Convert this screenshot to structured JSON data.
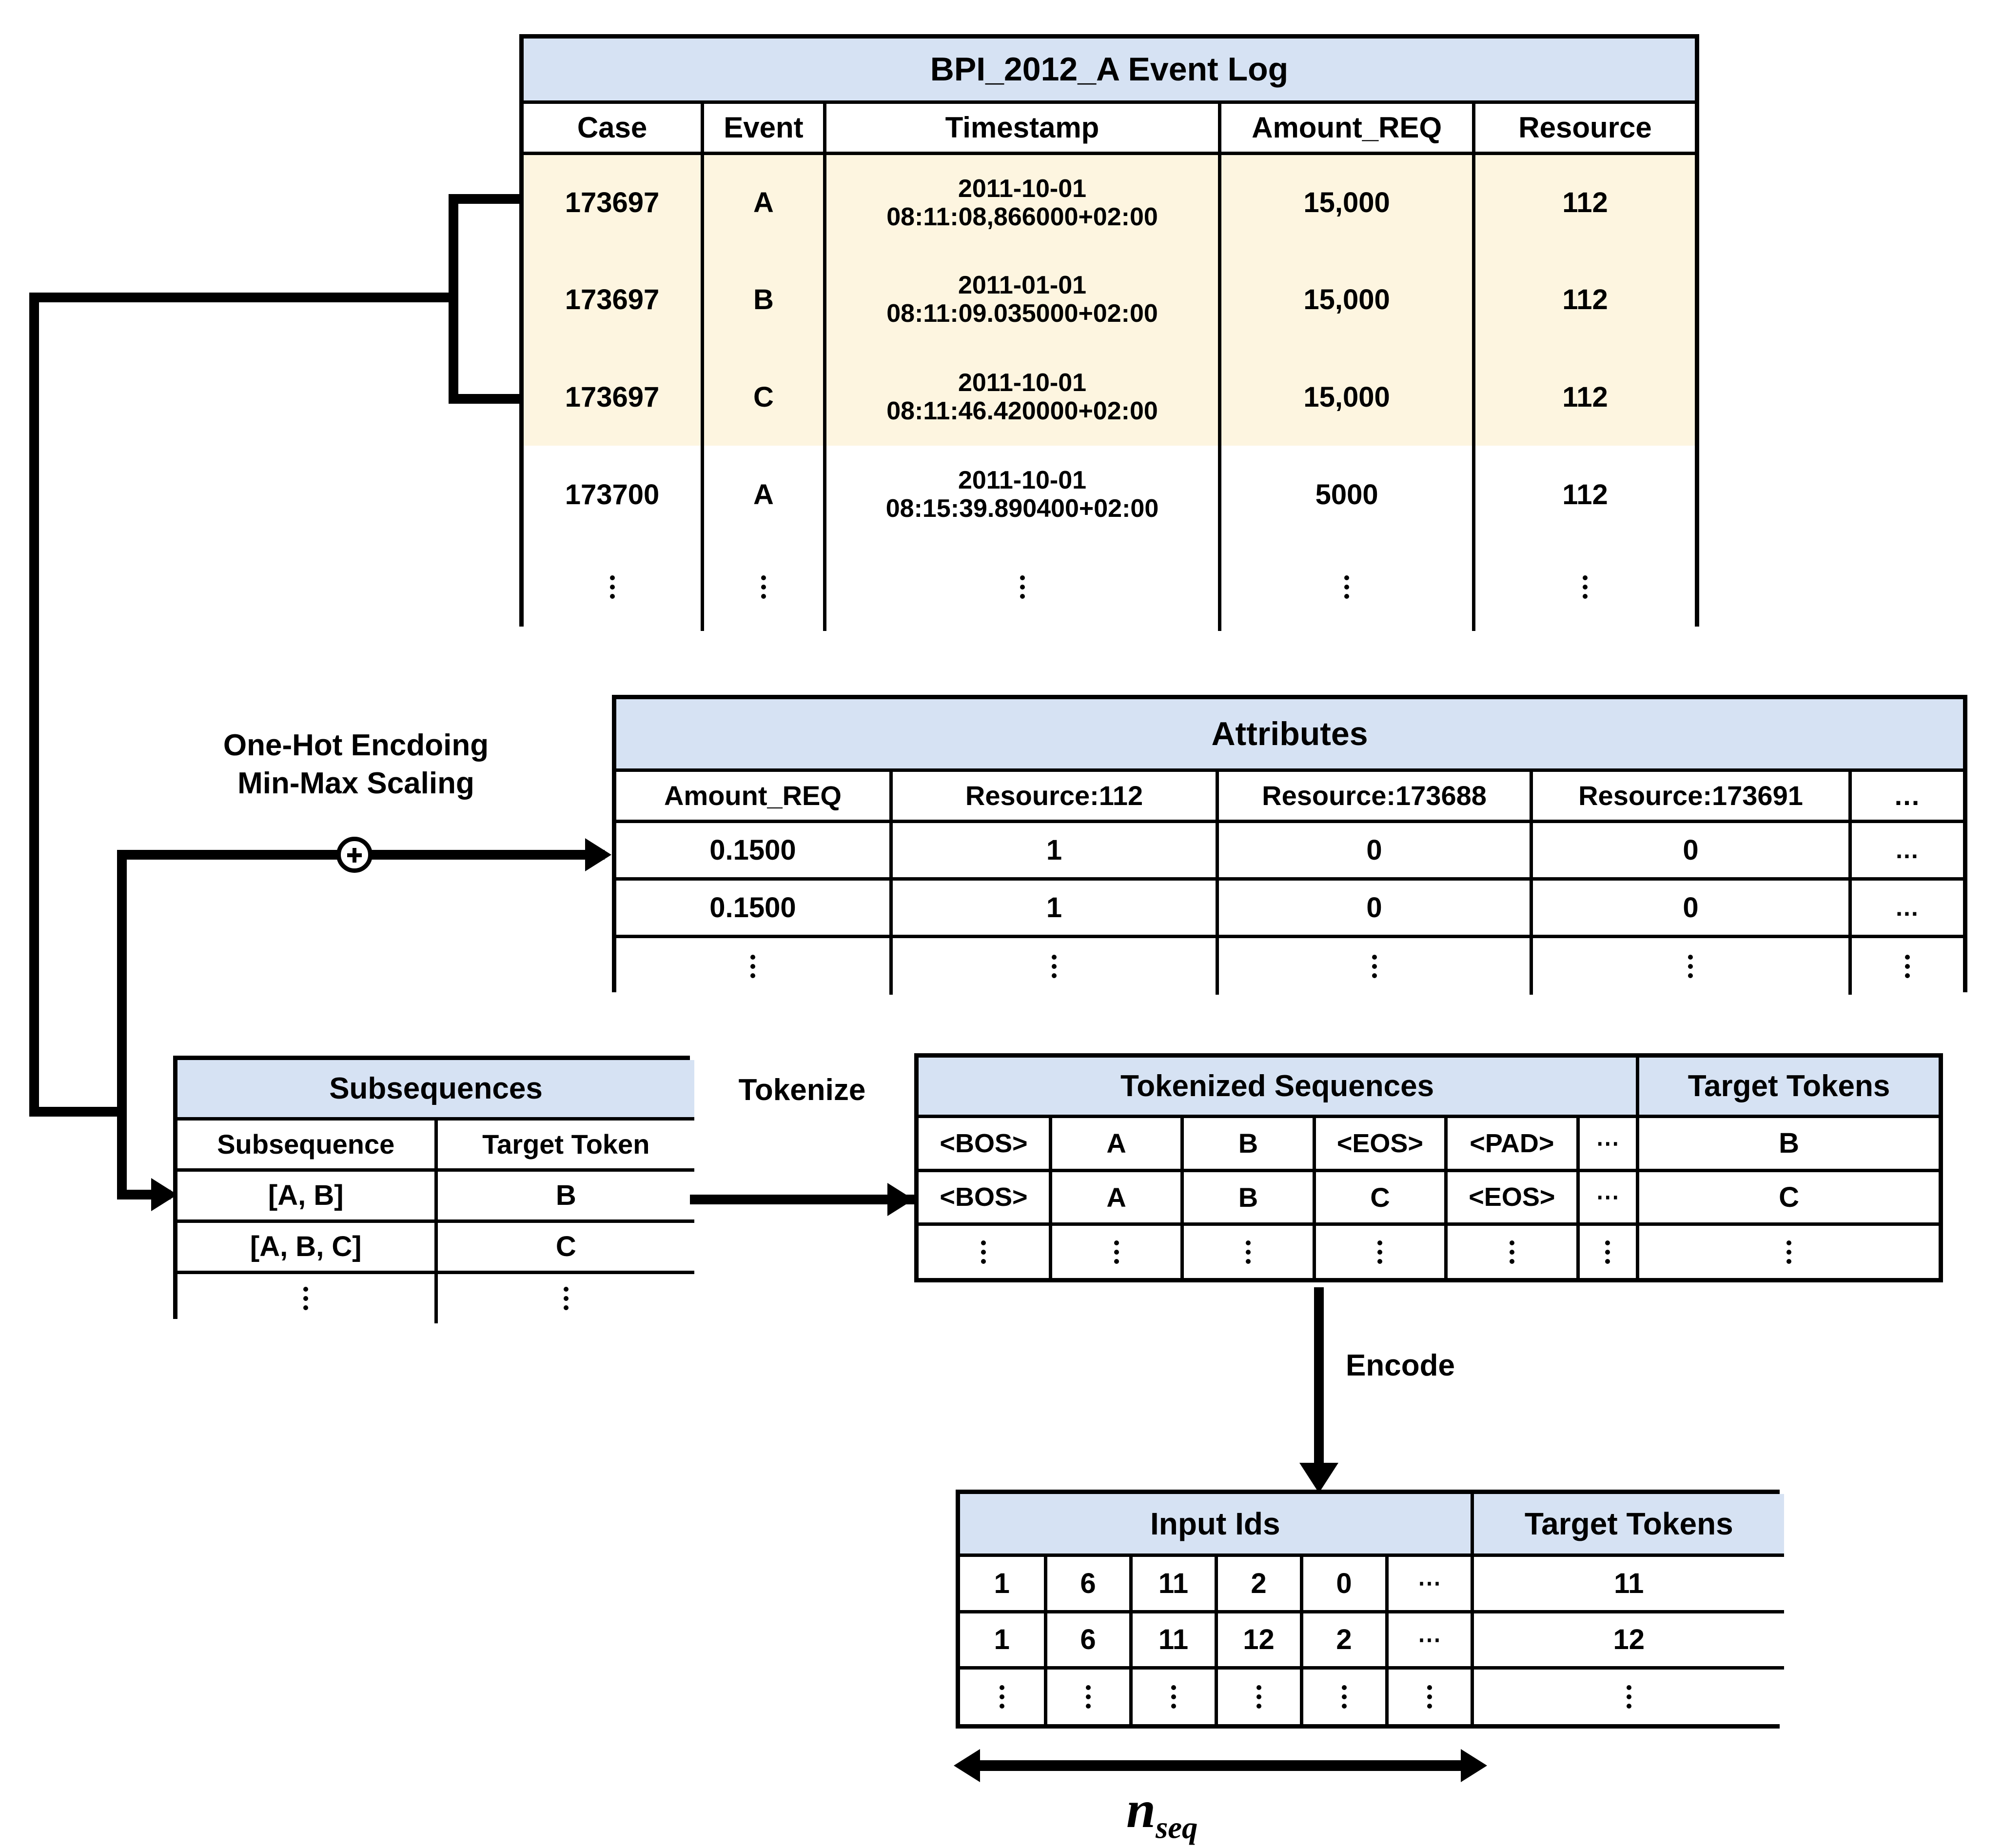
{
  "colors": {
    "header_blue": "#d6e2f3",
    "highlight_cream": "#fdf5e0",
    "line": "#000000",
    "background": "#ffffff"
  },
  "event_log": {
    "title": "BPI_2012_A Event Log",
    "columns": [
      "Case",
      "Event",
      "Timestamp",
      "Amount_REQ",
      "Resource"
    ],
    "rows": [
      {
        "case": "173697",
        "event": "A",
        "date": "2011-10-01",
        "time": "08:11:08,866000+02:00",
        "amount_req": "15,000",
        "resource": "112",
        "highlighted": true
      },
      {
        "case": "173697",
        "event": "B",
        "date": "2011-01-01",
        "time": "08:11:09.035000+02:00",
        "amount_req": "15,000",
        "resource": "112",
        "highlighted": true
      },
      {
        "case": "173697",
        "event": "C",
        "date": "2011-10-01",
        "time": "08:11:46.420000+02:00",
        "amount_req": "15,000",
        "resource": "112",
        "highlighted": true
      },
      {
        "case": "173700",
        "event": "A",
        "date": "2011-10-01",
        "time": "08:15:39.890400+02:00",
        "amount_req": "5000",
        "resource": "112",
        "highlighted": false
      }
    ],
    "ellipsis_row": "⋮"
  },
  "transform_label": {
    "line1": "One-Hot Encdoing",
    "line2": "Min-Max Scaling",
    "operator": "+"
  },
  "attributes": {
    "title": "Attributes",
    "columns": [
      "Amount_REQ",
      "Resource:112",
      "Resource:173688",
      "Resource:173691",
      "..."
    ],
    "rows": [
      [
        "0.1500",
        "1",
        "0",
        "0",
        "..."
      ],
      [
        "0.1500",
        "1",
        "0",
        "0",
        "..."
      ]
    ],
    "ellipsis_row": "⋮"
  },
  "subsequences": {
    "title": "Subsequences",
    "columns": [
      "Subsequence",
      "Target Token"
    ],
    "rows": [
      [
        "[A, B]",
        "B"
      ],
      [
        "[A, B, C]",
        "C"
      ]
    ],
    "ellipsis_row": "⋮"
  },
  "tokenize_label": "Tokenize",
  "tokenized_sequences": {
    "title_left": "Tokenized Sequences",
    "title_right": "Target Tokens",
    "rows": [
      {
        "tokens": [
          "<BOS>",
          "A",
          "B",
          "<EOS>",
          "<PAD>",
          "⋯"
        ],
        "target": "B"
      },
      {
        "tokens": [
          "<BOS>",
          "A",
          "B",
          "C",
          "<EOS>",
          "⋯"
        ],
        "target": "C"
      }
    ],
    "ellipsis_row": "⋮"
  },
  "encode_label": "Encode",
  "input_ids": {
    "title_left": "Input Ids",
    "title_right": "Target Tokens",
    "rows": [
      {
        "ids": [
          "1",
          "6",
          "11",
          "2",
          "0",
          "⋯"
        ],
        "target": "11"
      },
      {
        "ids": [
          "1",
          "6",
          "11",
          "12",
          "2",
          "⋯"
        ],
        "target": "12"
      }
    ],
    "ellipsis_row": "⋮"
  },
  "dimension_label": {
    "base": "n",
    "subscript": "seq"
  }
}
